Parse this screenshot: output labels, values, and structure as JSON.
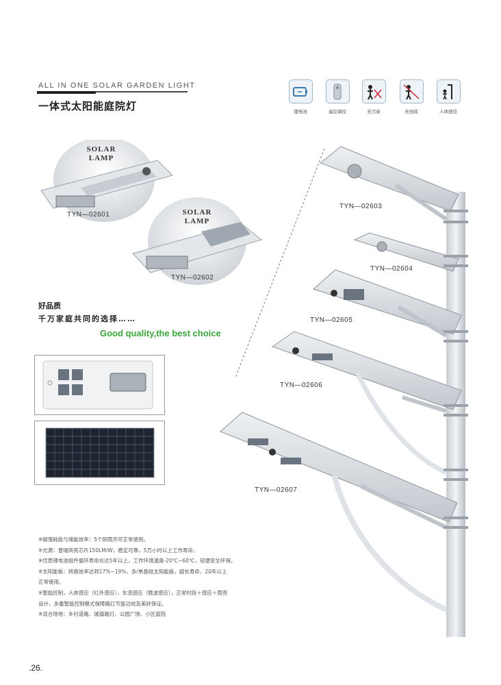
{
  "header": {
    "title_en": "ALL IN ONE SOLAR GARDEN LIGHT",
    "title_cn": "一体式太阳能庭院灯"
  },
  "features": [
    {
      "label": "锂电池",
      "icon": "battery-icon"
    },
    {
      "label": "遥控调控",
      "icon": "remote-control-icon"
    },
    {
      "label": "无污染",
      "icon": "no-pollution-icon"
    },
    {
      "label": "无线缆",
      "icon": "no-cable-icon"
    },
    {
      "label": "人体感应",
      "icon": "human-sensor-icon"
    }
  ],
  "product_cards": [
    {
      "lamp_text": "SOLAR\nLAMP",
      "model": "TYN—02601"
    },
    {
      "lamp_text": "SOLAR\nLAMP",
      "model": "TYN—02602"
    }
  ],
  "tagline": {
    "line1": "好品质",
    "line2": "千万家庭共同的选择……",
    "en": "Good quality,the best choice"
  },
  "pole_models": [
    "TYN—02603",
    "TYN—02604",
    "TYN—02605",
    "TYN—02606",
    "TYN—02607"
  ],
  "specs": [
    "※超强耗能与储能效率：5个阴雨天可正常使用。",
    "※光源：普瑞高亮芯片150LM/W，稳定可靠，5万小时以上工作寿命。",
    "※优质锂电池组件循环寿命长达5年以上，工作环境温度-20℃~60℃，轻便安全环保。",
    "※太阳能板：转换效率达到17%~19%，多/单晶硅太阳能板，超长寿命，20年以上",
    "正常使用。",
    "※智能控制，人体感应（红外感应），车流感应（微波感应），正常时段＋感应＋雨亮",
    "设计，多重智能控制模式保障路灯节能功效及美好保证。",
    "※适合场地：乡村道路、城镇路灯、公园广场、小区庭院"
  ],
  "page_number": ".26.",
  "colors": {
    "accent_green": "#3aa53b",
    "lamp_body": "#d6d9dd",
    "pole": "#dfe2e6"
  }
}
